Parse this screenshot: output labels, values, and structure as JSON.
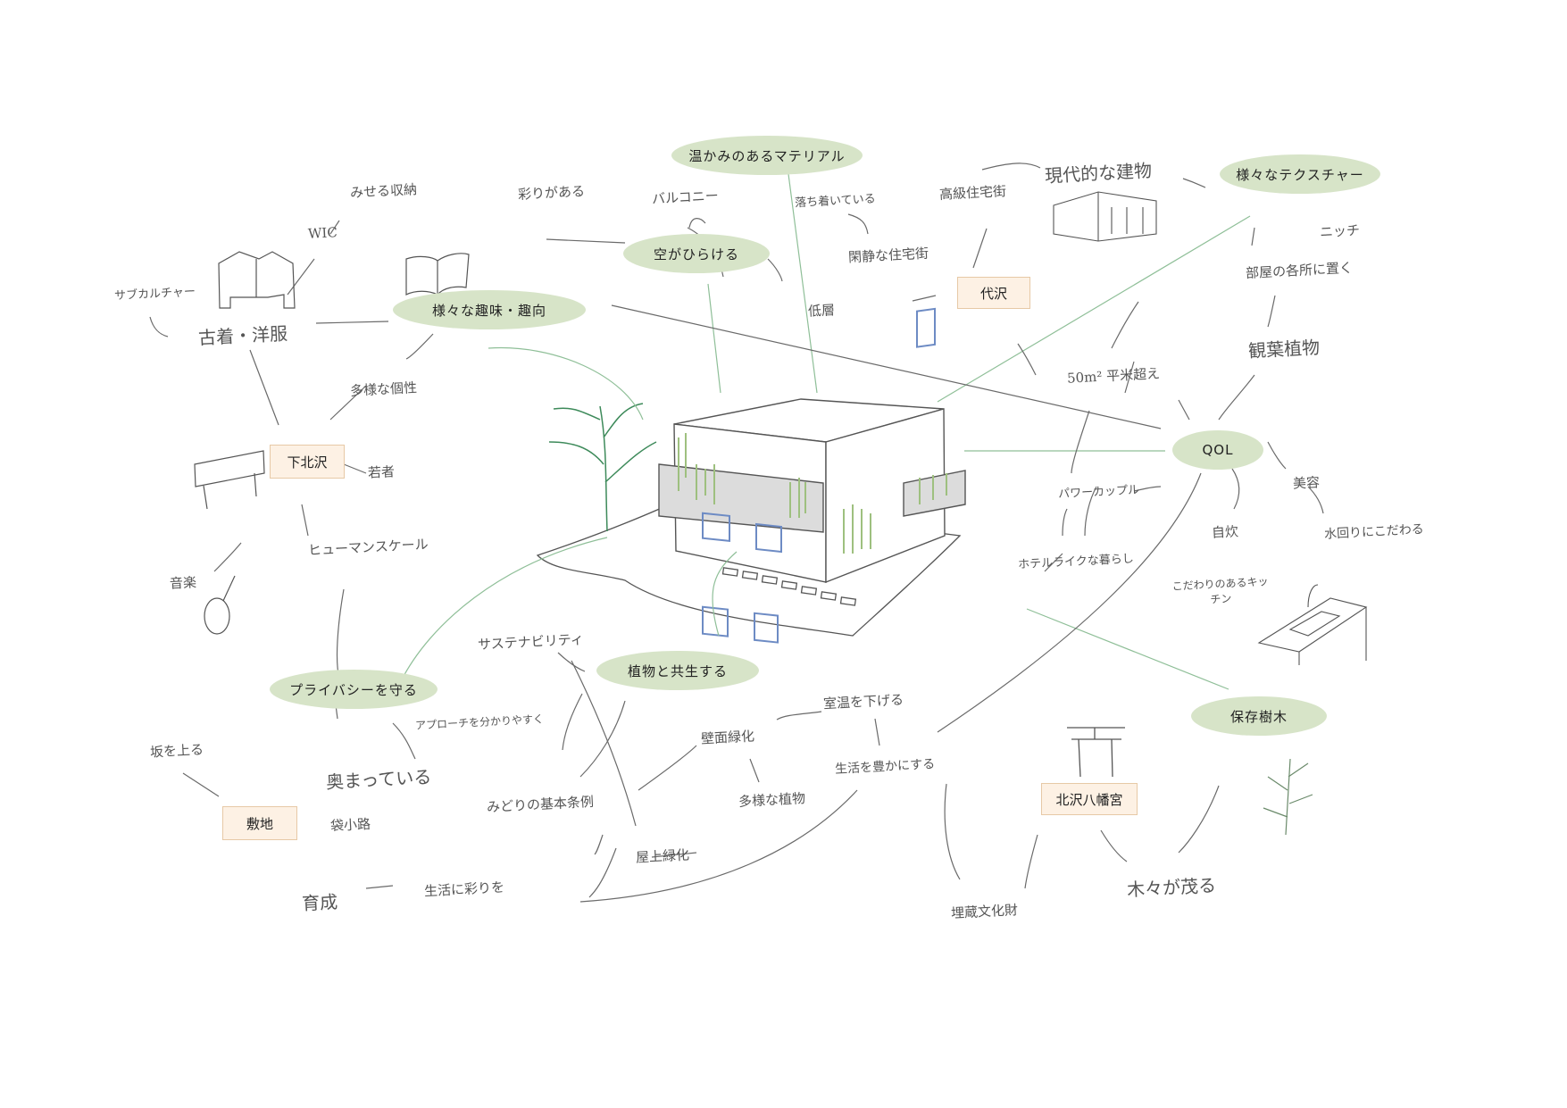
{
  "colors": {
    "ellipse_fill": "#d7e4c8",
    "box_fill": "#fdf1e4",
    "box_border": "#e7c9a6",
    "pencil": "#6a6a6a",
    "green_line": "#8fbf98",
    "window_blue": "#6d8bc4"
  },
  "keywords": {
    "warm_material": "温かみのあるマテリアル",
    "textures": "様々なテクスチャー",
    "open_sky": "空がひらける",
    "hobbies": "様々な趣味・趣向",
    "qol": "QOL",
    "plants": "植物と共生する",
    "privacy": "プライバシーを守る",
    "trees": "保存樹木"
  },
  "places": {
    "daizawa": "代沢",
    "shimokitazawa": "下北沢",
    "site": "敷地",
    "hachimangu": "北沢八幡宮"
  },
  "notes": {
    "miseru": "みせる収納",
    "wic": "WIC",
    "subculture": "サブカルチャー",
    "furugi": "古着・洋服",
    "tayou_kosei": "多様な個性",
    "wakamono": "若者",
    "human_scale": "ヒューマンスケール",
    "ongaku": "音楽",
    "irodori": "彩りがある",
    "balcony": "バルコニー",
    "ochitsuki": "落ち着いている",
    "gendai": "現代的な建物",
    "koukyu": "高級住宅街",
    "kanjaku": "閑静な住宅街",
    "teisou": "低層",
    "niche": "ニッチ",
    "heya": "部屋の各所に置く",
    "kanyou": "観葉植物",
    "menseki": "50m² 平米超え",
    "power_couple": "パワーカップル",
    "biyou": "美容",
    "mizumawari": "水回りにこだわる",
    "jisui": "自炊",
    "kodawari_kitchen": "こだわりのあるキッチン",
    "hotel": "ホテルライクな暮らし",
    "sustainability": "サステナビリティ",
    "approach": "アプローチを分かりやすく",
    "sakawo": "坂を上る",
    "fukumatteiru": "奥まっている",
    "fukurokoji": "袋小路",
    "kabe_ryokka": "壁面緑化",
    "shitsuon": "室温を下げる",
    "midori": "みどりの基本条例",
    "tayou_shokubutsu": "多様な植物",
    "seikatsu_yutaka": "生活を豊かにする",
    "okujou": "屋上緑化",
    "ikusei": "育成",
    "seikatsu_irodori": "生活に彩りを",
    "maizou": "埋蔵文化財",
    "kigi": "木々が茂る"
  }
}
